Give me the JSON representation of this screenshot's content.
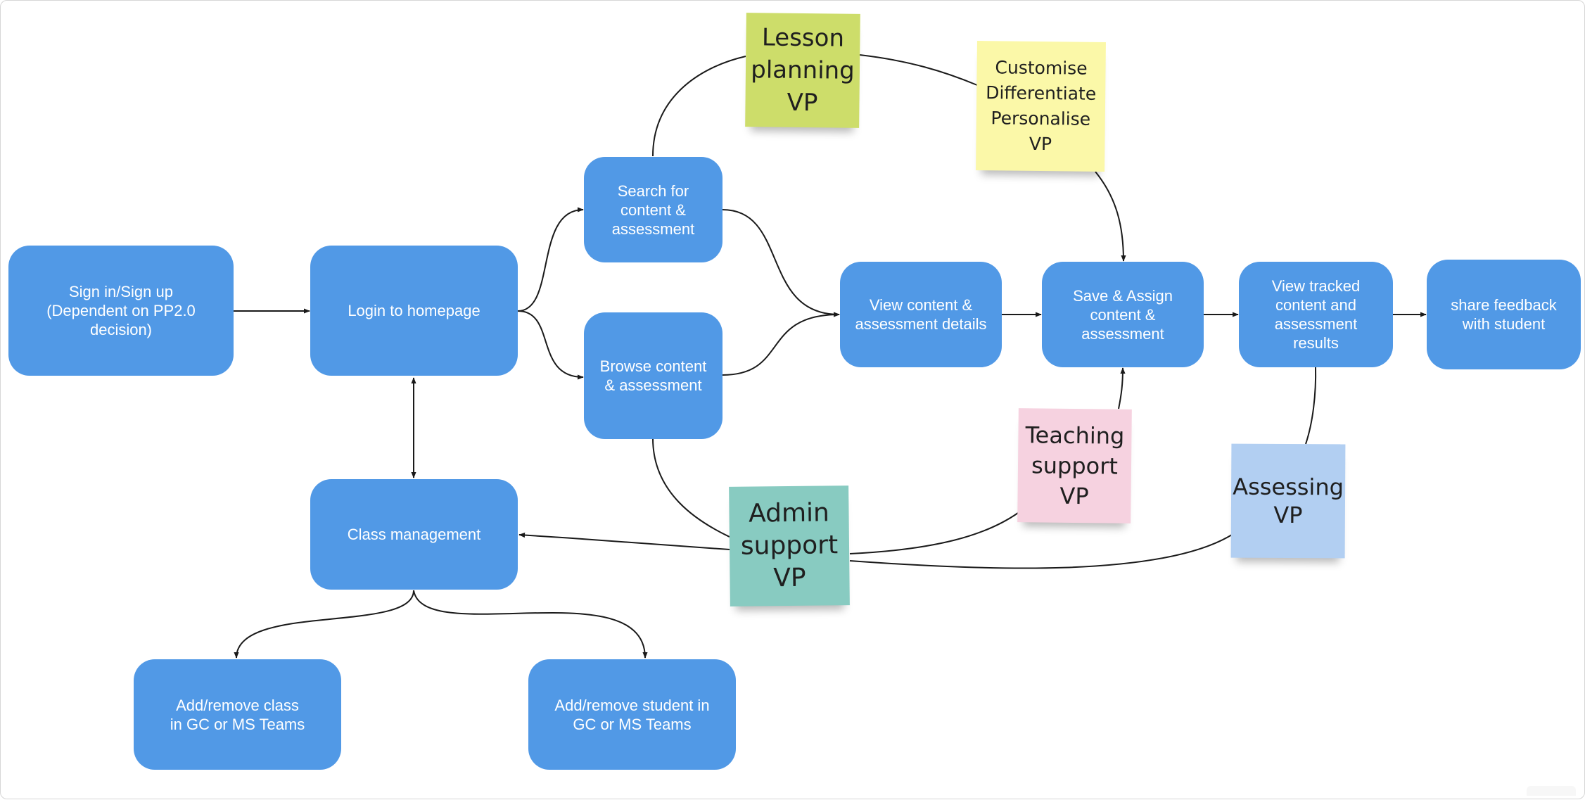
{
  "nodes": {
    "sign_in": "Sign in/Sign up\n(Dependent on PP2.0\ndecision)",
    "login_home": "Login to homepage",
    "search": "Search for\ncontent &\nassessment",
    "browse": "Browse content\n& assessment",
    "view_details": "View content &\nassessment details",
    "save_assign": "Save & Assign\ncontent &\nassessment",
    "view_tracked": "View tracked\ncontent and\nassessment\nresults",
    "share_feedback": "share feedback\nwith student",
    "class_management": "Class management",
    "add_class": "Add/remove class\nin GC or MS Teams",
    "add_student": "Add/remove student in\nGC or MS Teams"
  },
  "stickies": {
    "lesson_planning": {
      "text": "Lesson\nplanning\nVP",
      "color": "#cddd6a"
    },
    "customise": {
      "text": "Customise\nDifferentiate\nPersonalise\nVP",
      "color": "#fbf8a8"
    },
    "teaching_support": {
      "text": "Teaching\nsupport\nVP",
      "color": "#f6d2e0"
    },
    "admin_support": {
      "text": "Admin\nsupport\nVP",
      "color": "#88cbc1"
    },
    "assessing": {
      "text": "Assessing\nVP",
      "color": "#b2cff2"
    }
  },
  "colors": {
    "node_fill": "#5199e6",
    "connector": "#1a1a1a"
  }
}
